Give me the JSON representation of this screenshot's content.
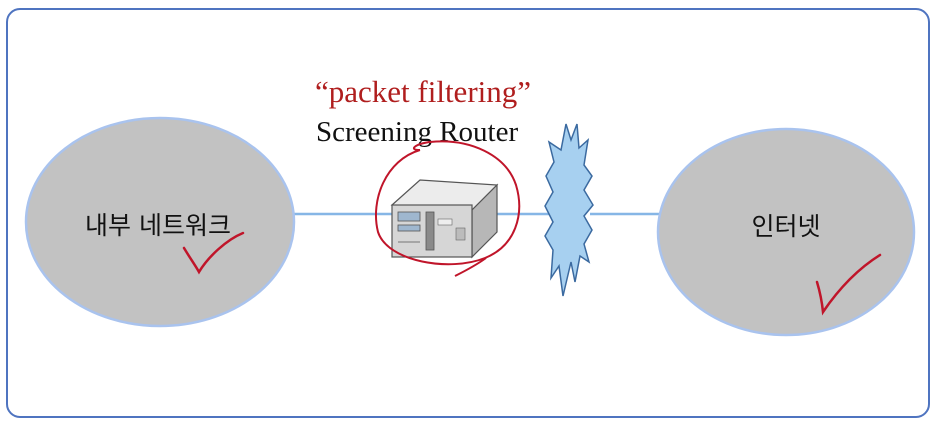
{
  "diagram": {
    "title_highlight": "“packet filtering”",
    "subtitle": "Screening Router",
    "nodes": {
      "internal_network": "내부 네트워크",
      "internet": "인터넷"
    },
    "colors": {
      "frame_border": "#4f74c0",
      "node_fill": "#c2c2c2",
      "node_border": "#a9c3ee",
      "link": "#86b6e6",
      "firewall_fill": "#a7d0f0",
      "firewall_stroke": "#3b6aa0",
      "annotation_red": "#c0152a",
      "router_body": "#d6d6d6"
    },
    "icons": [
      "router-icon",
      "firewall-wall-icon",
      "checkmark-icon"
    ]
  }
}
